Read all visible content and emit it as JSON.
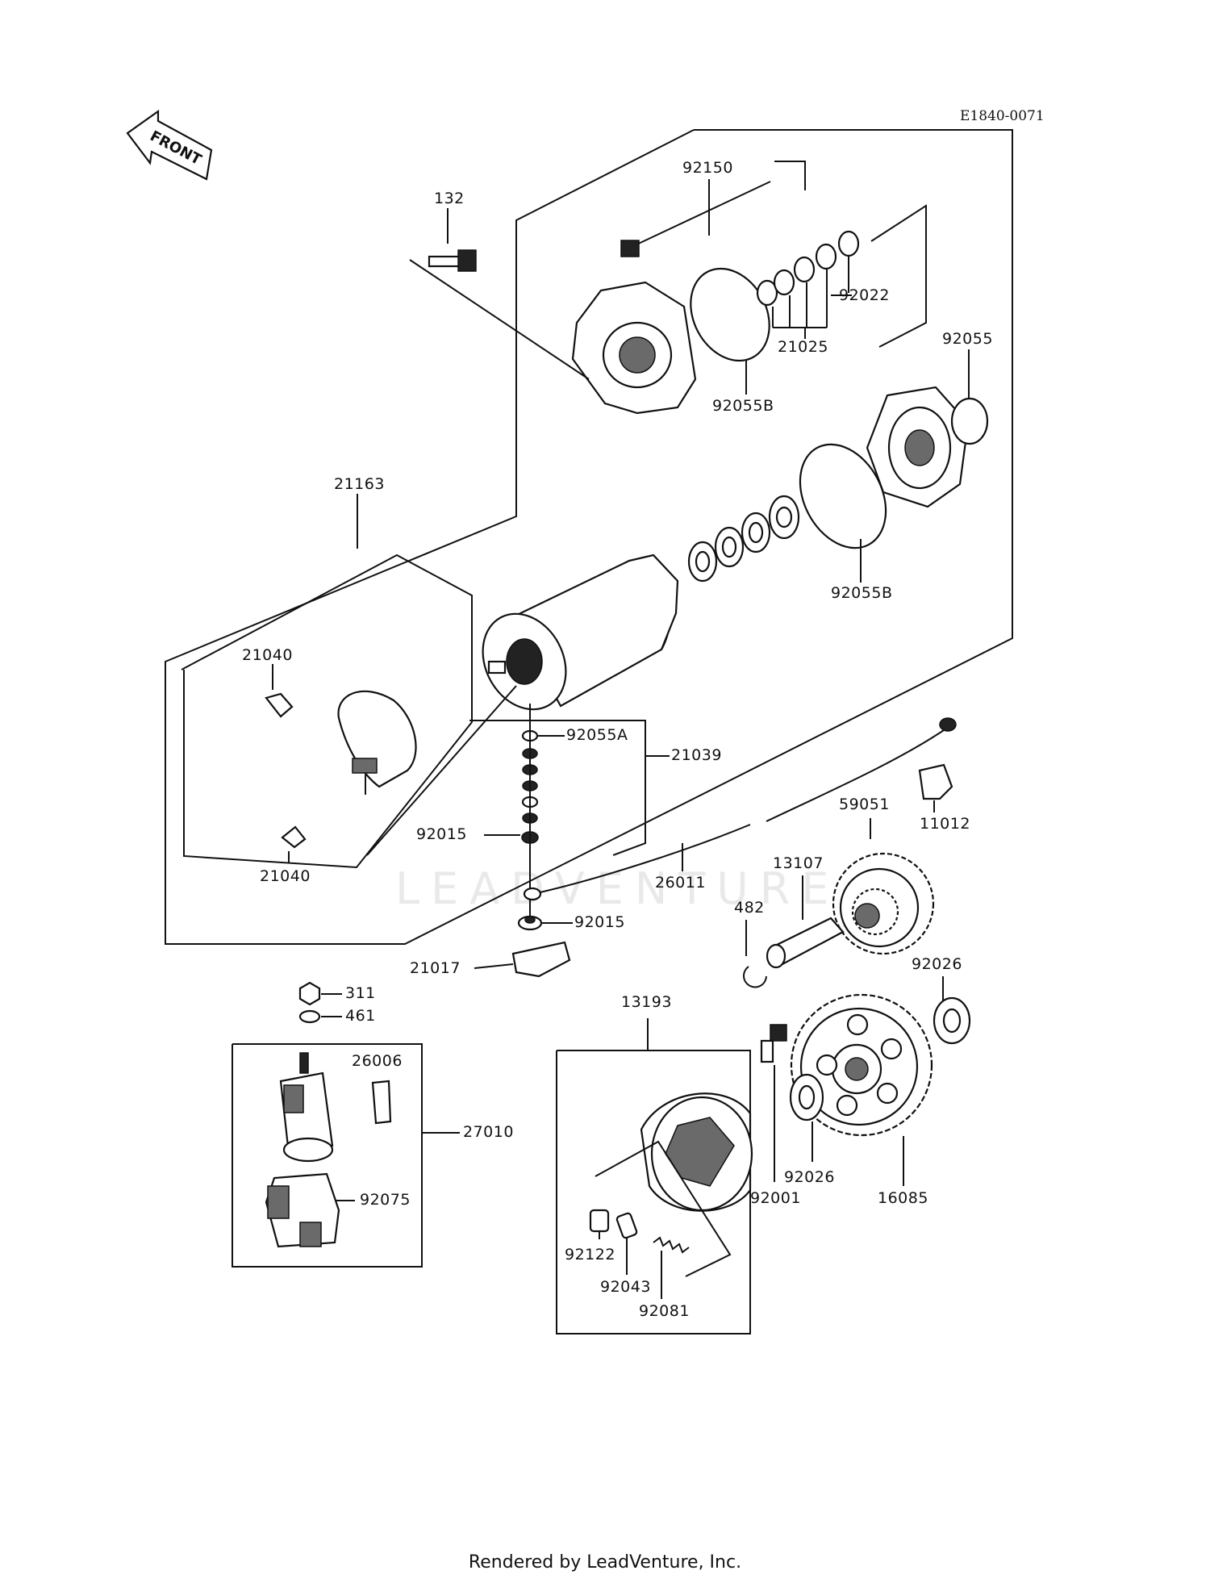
{
  "diagram_code": "E1840-0071",
  "front_arrow_label": "FRONT",
  "watermark": "LEADVENTURE",
  "footer": "Rendered by LeadVenture, Inc.",
  "parts": [
    {
      "id": "p92150",
      "number": "92150"
    },
    {
      "id": "p132",
      "number": "132"
    },
    {
      "id": "p92022",
      "number": "92022"
    },
    {
      "id": "p21025",
      "number": "21025"
    },
    {
      "id": "p92055",
      "number": "92055"
    },
    {
      "id": "p92055B_top",
      "number": "92055B"
    },
    {
      "id": "p21163",
      "number": "21163"
    },
    {
      "id": "p92055B_mid",
      "number": "92055B"
    },
    {
      "id": "p21040_top",
      "number": "21040"
    },
    {
      "id": "p92055A",
      "number": "92055A"
    },
    {
      "id": "p21039",
      "number": "21039"
    },
    {
      "id": "p11012",
      "number": "11012"
    },
    {
      "id": "p59051",
      "number": "59051"
    },
    {
      "id": "p92015_a",
      "number": "92015"
    },
    {
      "id": "p21040_bot",
      "number": "21040"
    },
    {
      "id": "p26011",
      "number": "26011"
    },
    {
      "id": "p13107",
      "number": "13107"
    },
    {
      "id": "p482",
      "number": "482"
    },
    {
      "id": "p92015_b",
      "number": "92015"
    },
    {
      "id": "p21017",
      "number": "21017"
    },
    {
      "id": "p92026_top",
      "number": "92026"
    },
    {
      "id": "p311",
      "number": "311"
    },
    {
      "id": "p461",
      "number": "461"
    },
    {
      "id": "p13193",
      "number": "13193"
    },
    {
      "id": "p26006",
      "number": "26006"
    },
    {
      "id": "p27010",
      "number": "27010"
    },
    {
      "id": "p92075",
      "number": "92075"
    },
    {
      "id": "p92001",
      "number": "92001"
    },
    {
      "id": "p92026_bot",
      "number": "92026"
    },
    {
      "id": "p16085",
      "number": "16085"
    },
    {
      "id": "p92122",
      "number": "92122"
    },
    {
      "id": "p92043",
      "number": "92043"
    },
    {
      "id": "p92081",
      "number": "92081"
    }
  ]
}
